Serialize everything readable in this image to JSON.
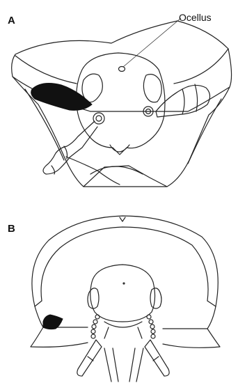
{
  "figure": {
    "panel_a_label": "A",
    "panel_b_label": "B",
    "callout_label": "Ocellus"
  },
  "colors": {
    "line": "#222222",
    "fill_dark": "#111111",
    "background": "#ffffff"
  }
}
